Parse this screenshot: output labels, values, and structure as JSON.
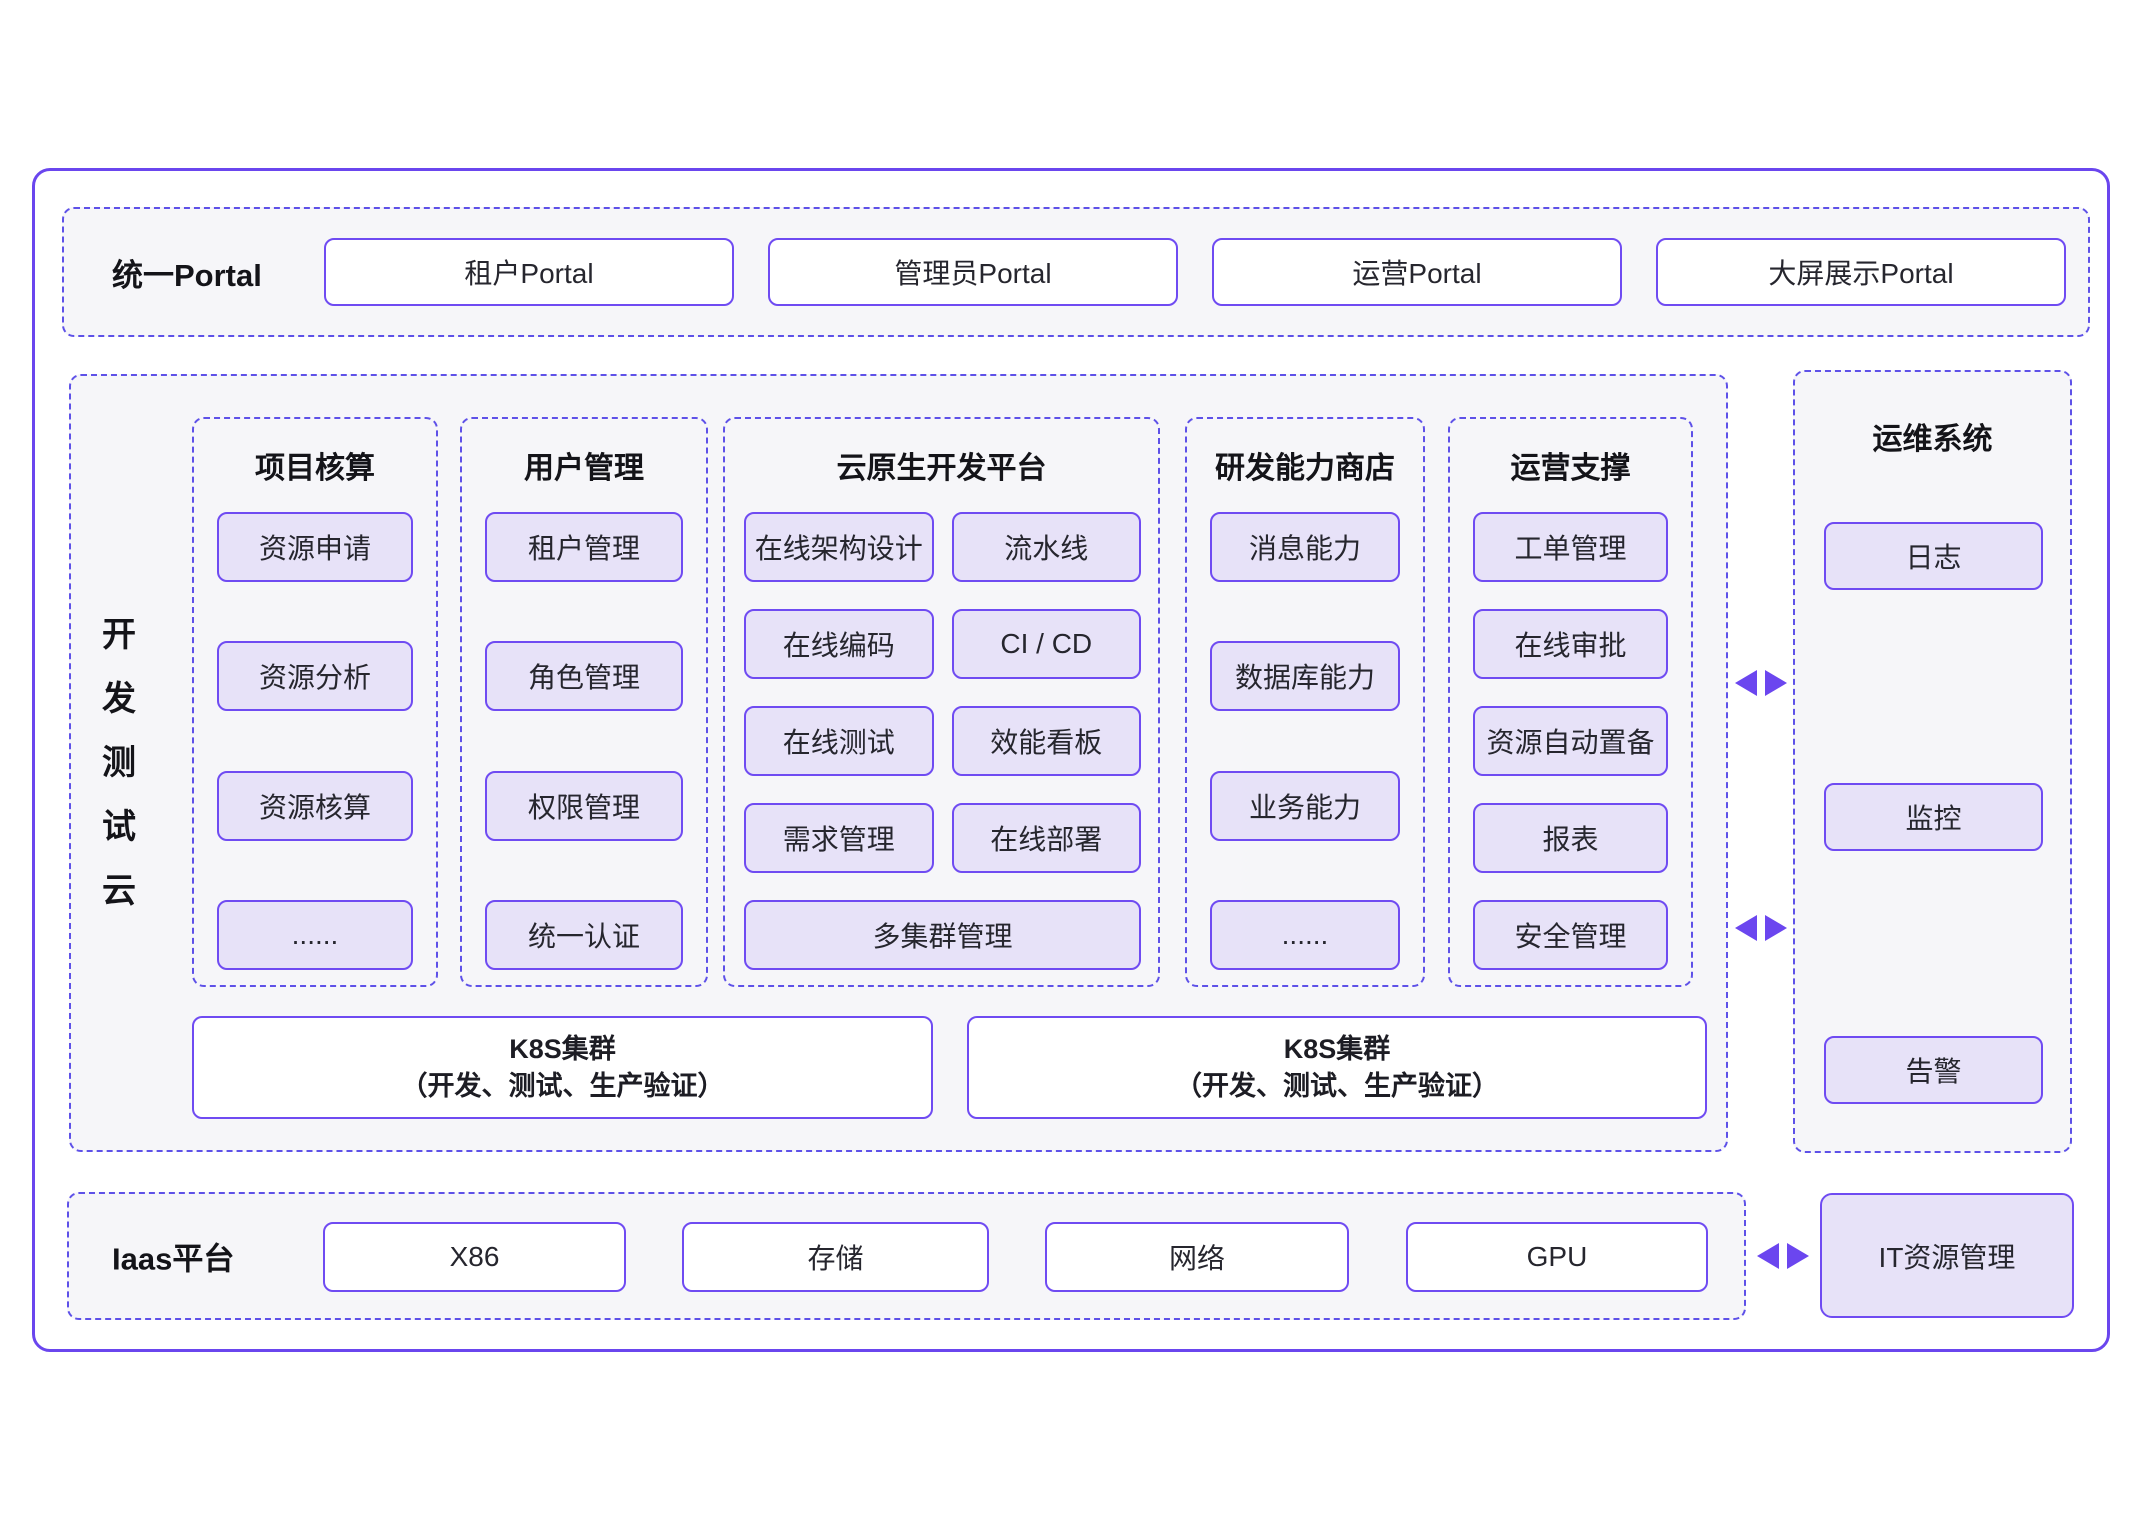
{
  "portal": {
    "label": "统一Portal",
    "items": [
      "租户Portal",
      "管理员Portal",
      "运营Portal",
      "大屏展示Portal"
    ]
  },
  "dev_cloud": {
    "label": "开发测试云",
    "label_chars": [
      "开",
      "发",
      "测",
      "试",
      "云"
    ],
    "columns": [
      {
        "title": "项目核算",
        "items": [
          "资源申请",
          "资源分析",
          "资源核算",
          "......"
        ]
      },
      {
        "title": "用户管理",
        "items": [
          "租户管理",
          "角色管理",
          "权限管理",
          "统一认证"
        ]
      },
      {
        "title": "云原生开发平台",
        "grid_items": [
          "在线架构设计",
          "流水线",
          "在线编码",
          "CI / CD",
          "在线测试",
          "效能看板",
          "需求管理",
          "在线部署"
        ],
        "full_item": "多集群管理"
      },
      {
        "title": "研发能力商店",
        "items": [
          "消息能力",
          "数据库能力",
          "业务能力",
          "......"
        ]
      },
      {
        "title": "运营支撑",
        "items": [
          "工单管理",
          "在线审批",
          "资源自动置备",
          "报表",
          "安全管理"
        ]
      }
    ],
    "k8s_clusters": [
      {
        "line1": "K8S集群",
        "line2": "（开发、测试、生产验证）"
      },
      {
        "line1": "K8S集群",
        "line2": "（开发、测试、生产验证）"
      }
    ]
  },
  "ops_system": {
    "title": "运维系统",
    "items": [
      "日志",
      "监控",
      "告警"
    ]
  },
  "iaas": {
    "label": "Iaas平台",
    "items": [
      "X86",
      "存储",
      "网络",
      "GPU"
    ]
  },
  "it_resource": {
    "label": "IT资源管理"
  },
  "colors": {
    "solid_border": "#6f4bf2",
    "outer_border": "#6a46ee",
    "dashed_border": "#5e51e8",
    "lavender_fill": "#e7e2f8",
    "section_bg": "#f6f6f9",
    "arrow": "#6b46ef",
    "text": "#26262e"
  }
}
